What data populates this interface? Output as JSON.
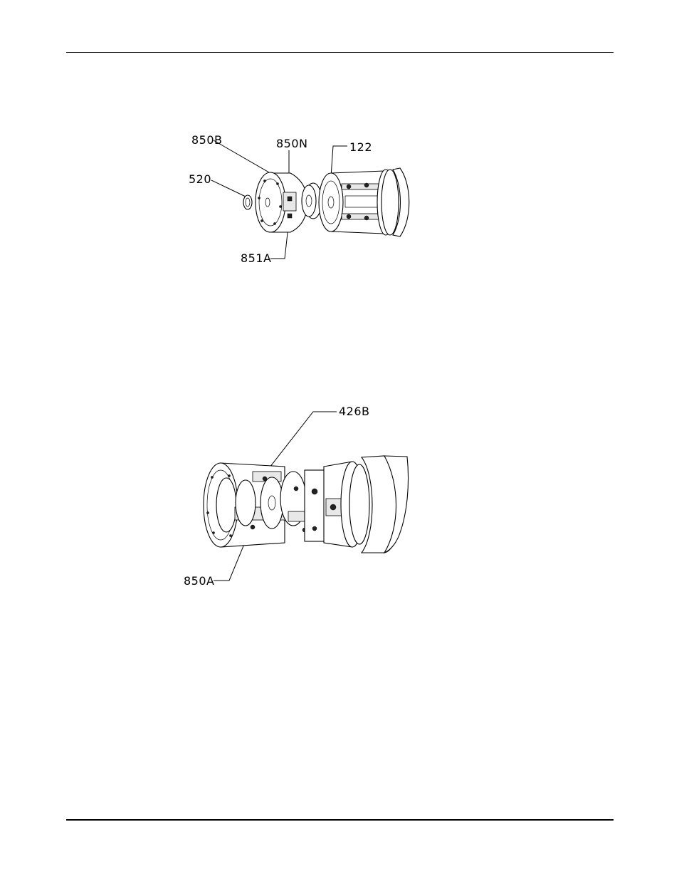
{
  "figures": [
    {
      "callouts": {
        "c850B": "850B",
        "c850N": "850N",
        "c122": "122",
        "c520": "520",
        "c851A": "851A"
      }
    },
    {
      "callouts": {
        "c426B": "426B",
        "c850A": "850A"
      }
    }
  ]
}
